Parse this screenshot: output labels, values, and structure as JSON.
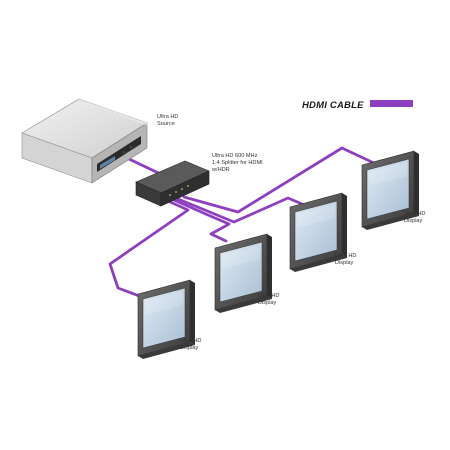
{
  "legend": {
    "label": "HDMI CABLE",
    "color": "#8e3fbf"
  },
  "source": {
    "label_line1": "Ultra HD",
    "label_line2": "Source"
  },
  "splitter": {
    "label_line1": "Ultra HD 600 MHz",
    "label_line2": "1:4 Splitter for HDMI",
    "label_line3": "w/HDR"
  },
  "displays": [
    {
      "line1": "Ultra HD",
      "line2": "Display"
    },
    {
      "line1": "Ultra HD",
      "line2": "Display"
    },
    {
      "line1": "Ultra HD",
      "line2": "Display"
    },
    {
      "line1": "Ultra HD",
      "line2": "Display"
    }
  ]
}
